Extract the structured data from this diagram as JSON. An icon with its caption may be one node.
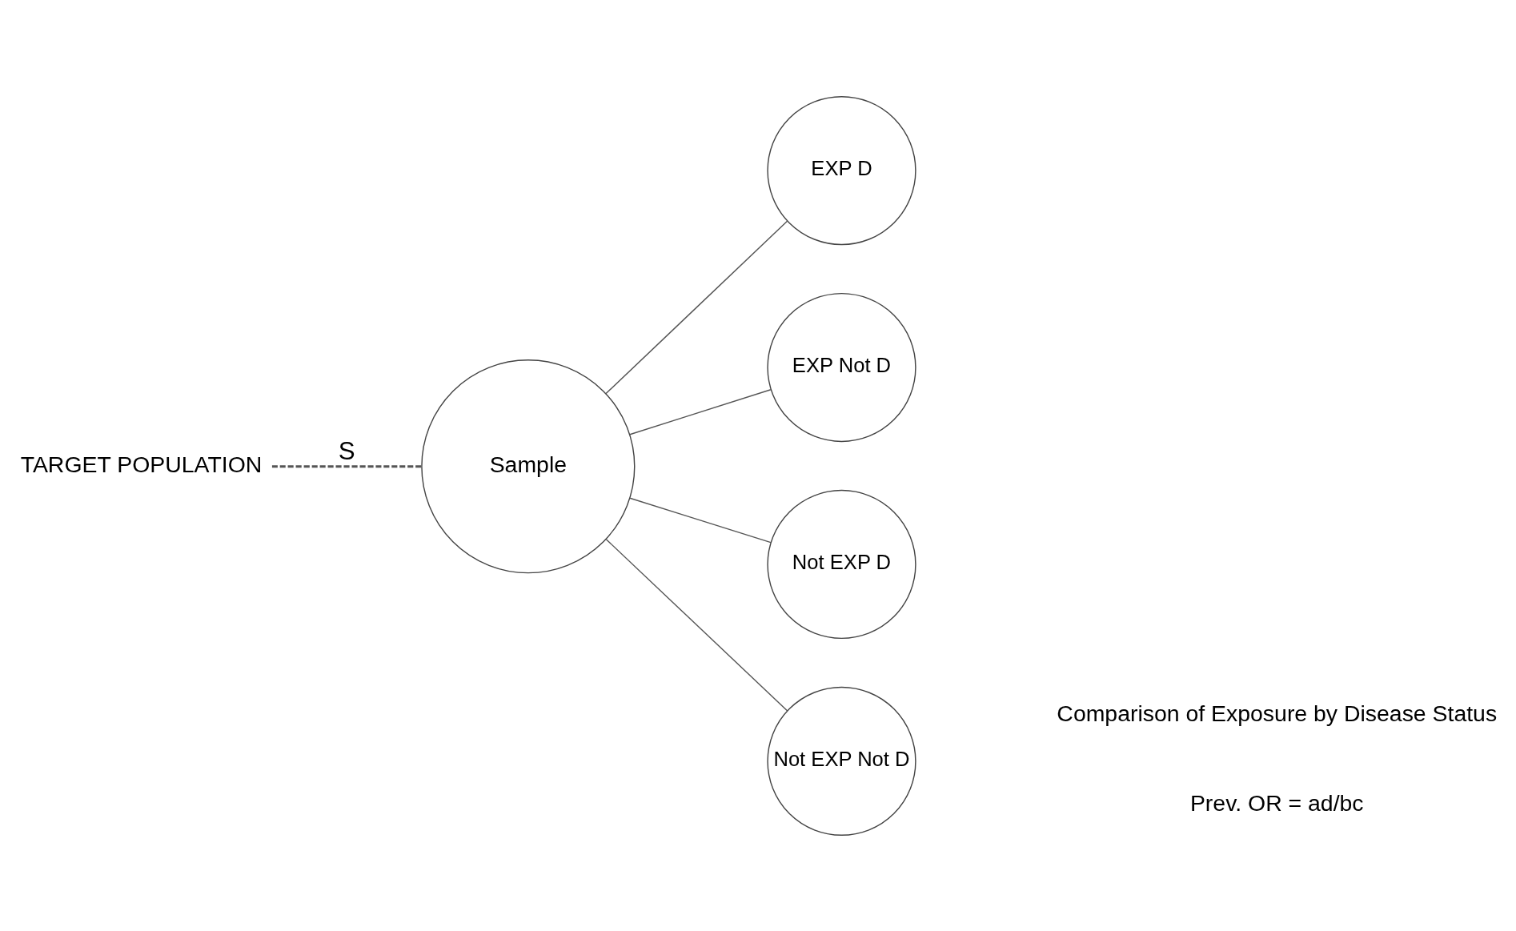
{
  "diagram": {
    "nodes": [
      {
        "text": [
          "TARGET POPULATION"
        ]
      },
      {
        "text": [
          "Sample"
        ]
      },
      {
        "text": [
          "EXP D"
        ]
      },
      {
        "text": [
          "EXP Not D"
        ]
      },
      {
        "text": [
          "Not EXP D"
        ]
      },
      {
        "text": [
          "Not EXP Not D"
        ]
      }
    ],
    "edges": [
      {
        "from": 0,
        "to": 1,
        "arrow": "none",
        "label": "S",
        "style": "dashed"
      },
      {
        "from": 1,
        "to": 2,
        "arrow": "none"
      },
      {
        "from": 1,
        "to": 3,
        "arrow": "none"
      },
      {
        "from": 1,
        "to": 4,
        "arrow": "none"
      },
      {
        "from": 1,
        "to": 5,
        "arrow": "none"
      }
    ],
    "labels": [
      "Comparison of Exposure by Disease Status",
      "Prev. OR = ad/bc"
    ]
  }
}
